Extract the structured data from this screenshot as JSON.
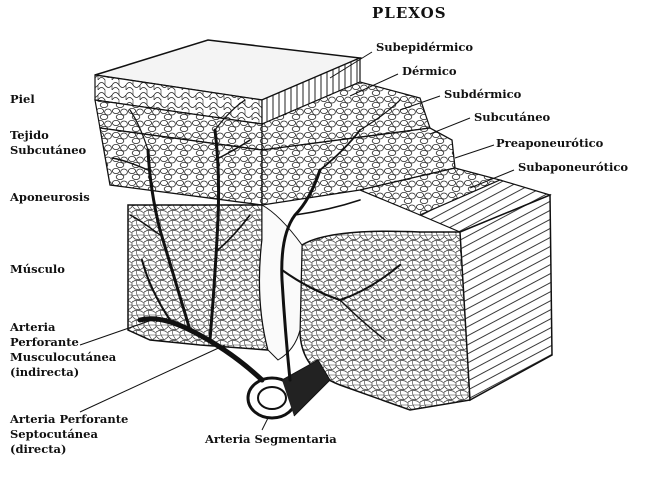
{
  "title": "PLEXOS",
  "plexus_labels": [
    "Subepidérmico",
    "Dérmico",
    "Subdérmico",
    "Subcutáneo",
    "Preaponeurótico",
    "Subaponeurótico"
  ],
  "layer_labels": [
    "Piel",
    "Tejido Subcutáneo",
    "Aponeurosis",
    "Músculo"
  ],
  "artery_labels": {
    "musculocutaneous": [
      "Arteria",
      "Perforante",
      "Musculocutánea",
      "(indirecta)"
    ],
    "septocutaneous": [
      "Arteria Perforante",
      "Septocutánea",
      "(directa)"
    ],
    "segmental": "Arteria Segmentaria"
  }
}
